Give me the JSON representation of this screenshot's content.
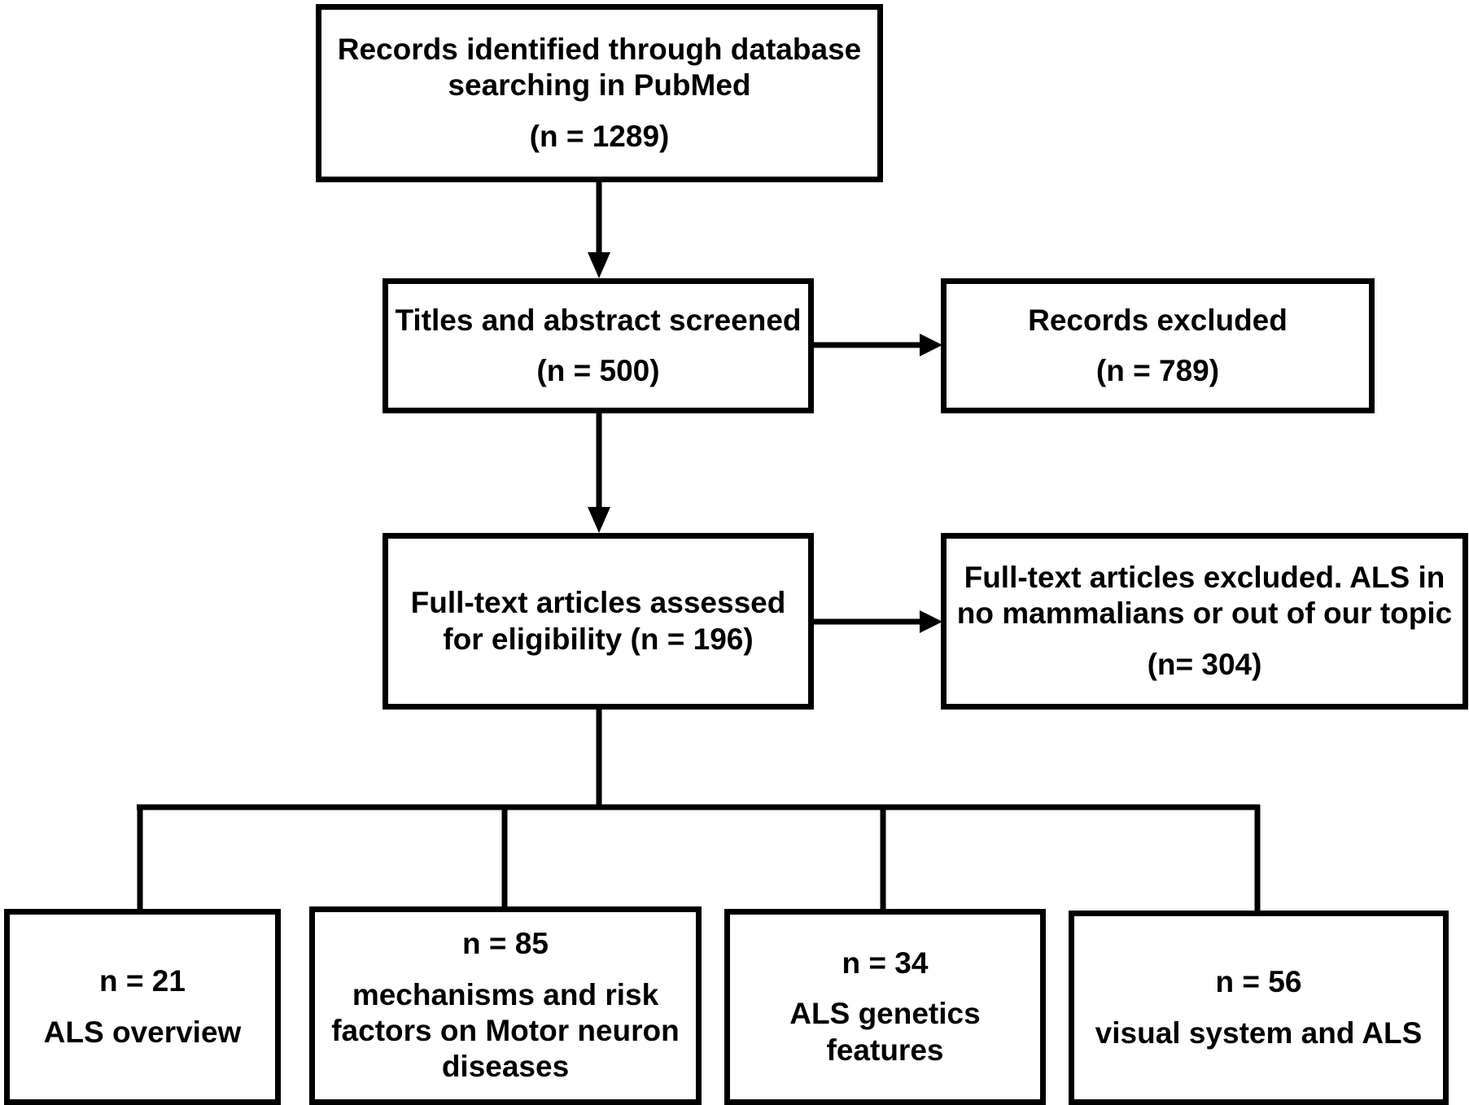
{
  "boxes": {
    "identified": {
      "line1": "Records identified through database\nsearching in PubMed",
      "count": "(n = 1289)"
    },
    "screened": {
      "line1": "Titles and abstract screened",
      "count": "(n = 500)"
    },
    "excluded": {
      "line1": "Records excluded",
      "count": "(n = 789)"
    },
    "assessed": {
      "line1": "Full-text articles assessed\nfor eligibility (n = 196)"
    },
    "fulltext_excluded": {
      "line1": "Full-text articles excluded. ALS in\nno mammalians or out of our topic",
      "count": "(n= 304)"
    }
  },
  "categories": [
    {
      "count": "n = 21",
      "label": "ALS overview"
    },
    {
      "count": "n = 85",
      "label": "mechanisms and risk\nfactors on Motor neuron\ndiseases"
    },
    {
      "count": "n = 34",
      "label": "ALS genetics\nfeatures"
    },
    {
      "count": "n = 56",
      "label": "visual system and ALS"
    }
  ]
}
